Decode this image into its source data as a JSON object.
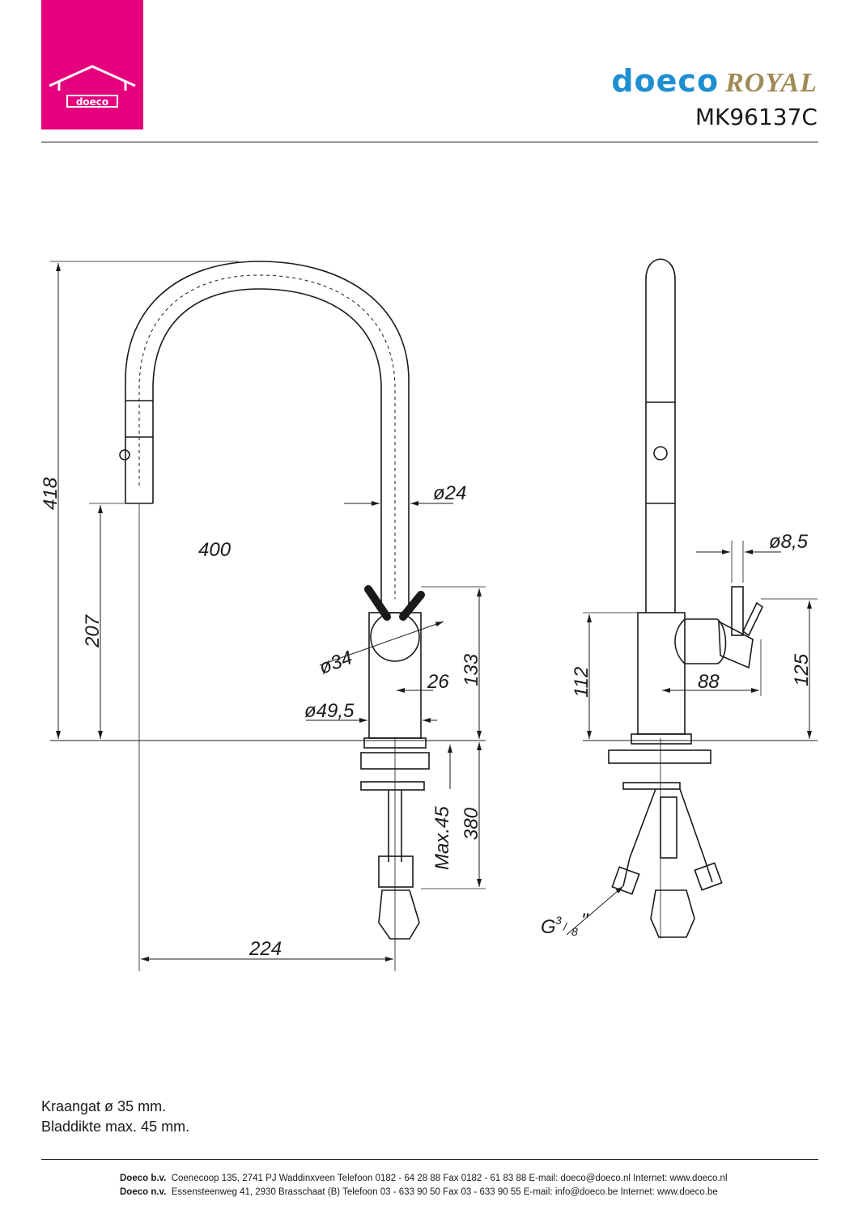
{
  "header": {
    "logo_text": "doeco",
    "brand_primary": "doeco",
    "brand_secondary": "ROYAL",
    "model_number": "MK96137C",
    "logo_color": "#e5007e",
    "brand_primary_color": "#1e8fd0",
    "brand_secondary_color": "#a08a55"
  },
  "drawing": {
    "side_view": {
      "dim_total_height": "418",
      "dim_spout_reach": "400",
      "dim_outlet_height": "207",
      "dim_spout_diameter": "ø24",
      "dim_handle_diameter": "ø34",
      "dim_body_offset": "26",
      "dim_body_diameter": "ø49,5",
      "dim_body_height": "133",
      "dim_max_deck": "Max.45",
      "dim_hose_length": "380",
      "dim_base_to_spout": "224"
    },
    "front_view": {
      "dim_lever_diameter": "ø8,5",
      "dim_lever_body_height": "112",
      "dim_lever_height": "125",
      "dim_lever_depth": "88",
      "dim_thread": "G",
      "dim_thread_fraction_num": "3",
      "dim_thread_fraction_den": "8",
      "dim_thread_unit": "\""
    }
  },
  "notes": {
    "line1": "Kraangat ø 35 mm.",
    "line2": "Bladdikte max. 45 mm."
  },
  "footer": {
    "bv_name": "Doeco b.v.",
    "bv_details": "Coenecoop 135,   2741 PJ  Waddinxveen   Telefoon 0182 - 64 28 88   Fax 0182 - 61 83 88   E-mail: doeco@doeco.nl   Internet: www.doeco.nl",
    "nv_name": "Doeco n.v.",
    "nv_details": "Essensteenweg 41, 2930  Brasschaat (B)   Telefoon 03 - 633 90 50   Fax 03 - 633 90 55   E-mail: info@doeco.be   Internet: www.doeco.be"
  }
}
